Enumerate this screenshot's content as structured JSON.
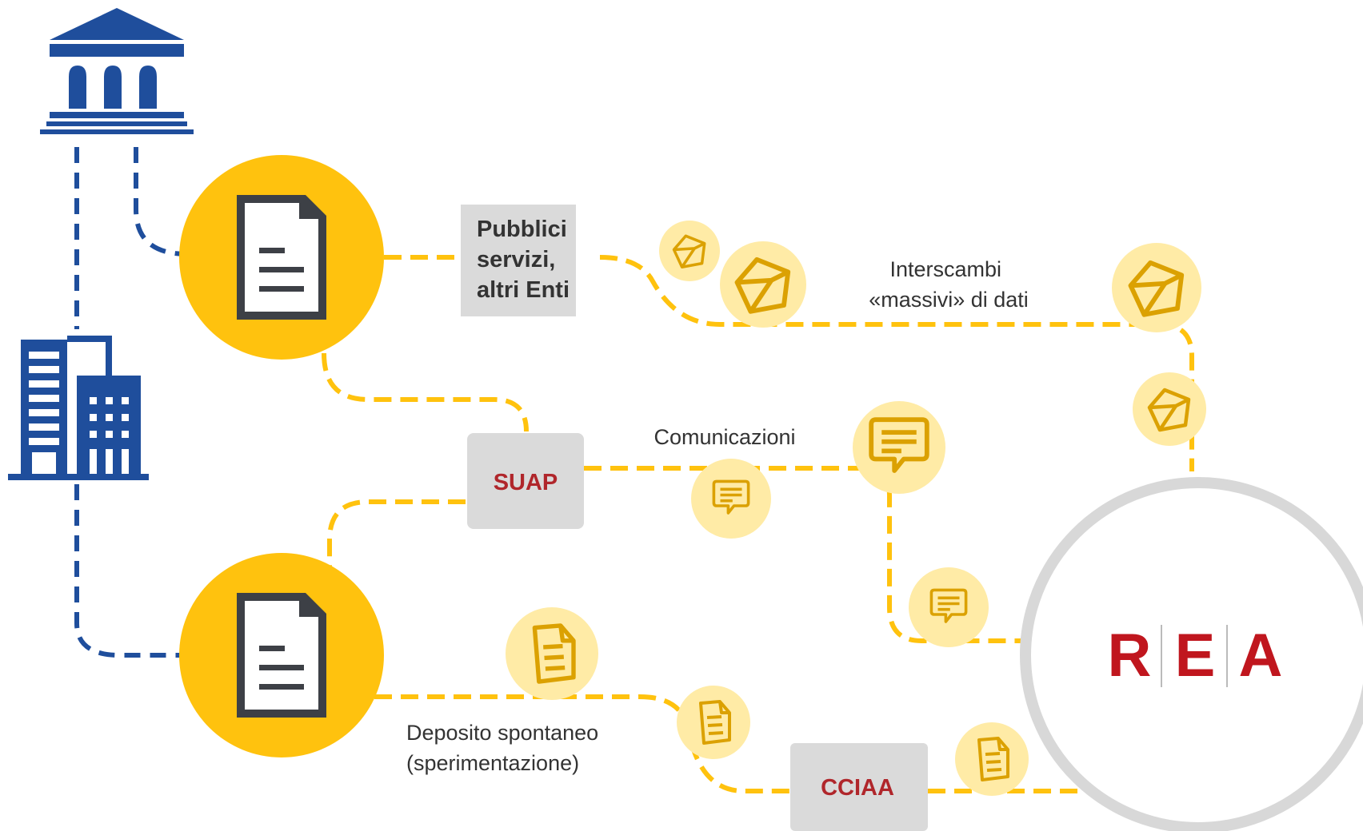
{
  "nodes": {
    "public_services": {
      "lines": [
        "Pubblici",
        "servizi,",
        "altri Enti"
      ]
    },
    "suap": {
      "label": "SUAP"
    },
    "cciaa": {
      "label": "CCIAA"
    }
  },
  "edge_labels": {
    "massive": [
      "Interscambi",
      "«massivi» di dati"
    ],
    "communications": [
      "Comunicazioni"
    ],
    "deposit": [
      "Deposito spontaneo",
      "(sperimentazione)"
    ]
  },
  "rea_logo": {
    "letters": [
      "R",
      "E",
      "A"
    ]
  },
  "icons": {
    "institution": "government-building-icon",
    "company": "office-building-icon",
    "document": "document-icon",
    "package": "package-cube-icon",
    "message": "message-bubble-icon",
    "form": "form-document-icon"
  },
  "colors": {
    "accent_yellow": "#FFC20E",
    "light_yellow": "#FFEBA6",
    "icon_gold": "#DBA102",
    "navy": "#1F4E9C",
    "node_gray": "#DADADA",
    "rea_red": "#C0161E",
    "ring_gray": "#D8D8D8",
    "doc_dark": "#3D4046",
    "text_dark": "#333333",
    "text_red": "#B0262B"
  }
}
